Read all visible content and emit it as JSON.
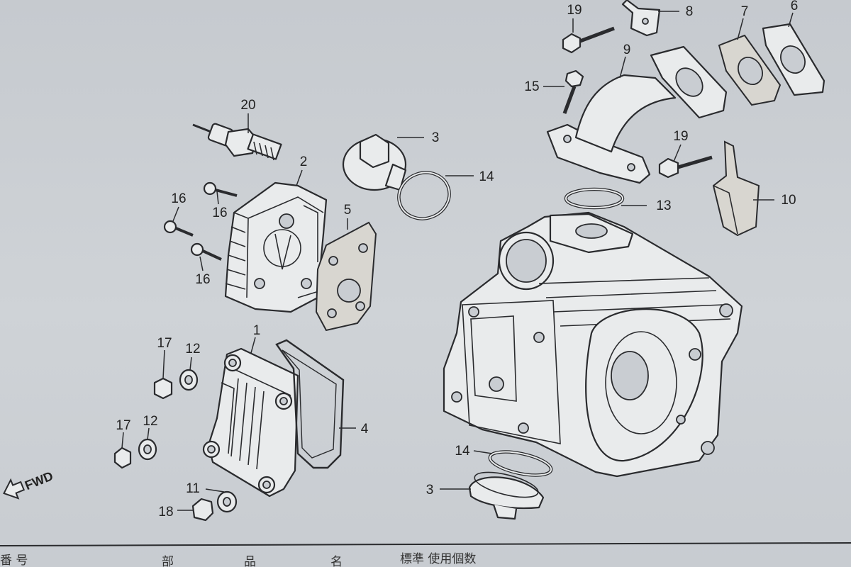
{
  "callouts": [
    {
      "id": "c20",
      "label": "20"
    },
    {
      "id": "c2",
      "label": "2"
    },
    {
      "id": "c16a",
      "label": "16"
    },
    {
      "id": "c16b",
      "label": "16"
    },
    {
      "id": "c16c",
      "label": "16"
    },
    {
      "id": "c5",
      "label": "5"
    },
    {
      "id": "c3a",
      "label": "3"
    },
    {
      "id": "c14a",
      "label": "14"
    },
    {
      "id": "c19a",
      "label": "19"
    },
    {
      "id": "c8",
      "label": "8"
    },
    {
      "id": "c7",
      "label": "7"
    },
    {
      "id": "c6",
      "label": "6"
    },
    {
      "id": "c9",
      "label": "9"
    },
    {
      "id": "c15",
      "label": "15"
    },
    {
      "id": "c19b",
      "label": "19"
    },
    {
      "id": "c10",
      "label": "10"
    },
    {
      "id": "c13",
      "label": "13"
    },
    {
      "id": "c1",
      "label": "1"
    },
    {
      "id": "c17a",
      "label": "17"
    },
    {
      "id": "c12a",
      "label": "12"
    },
    {
      "id": "c4",
      "label": "4"
    },
    {
      "id": "c17b",
      "label": "17"
    },
    {
      "id": "c12b",
      "label": "12"
    },
    {
      "id": "c11",
      "label": "11"
    },
    {
      "id": "c18",
      "label": "18"
    },
    {
      "id": "c14b",
      "label": "14"
    },
    {
      "id": "c3b",
      "label": "3"
    }
  ],
  "direction_label": "FWD",
  "footer_fragments": [
    "部",
    "品",
    "名",
    "標準 使用個数",
    "番 号"
  ],
  "colors": {
    "paper": "#c9cdd2",
    "ink": "#2a2b2e",
    "part_fill": "#e9ebec"
  }
}
